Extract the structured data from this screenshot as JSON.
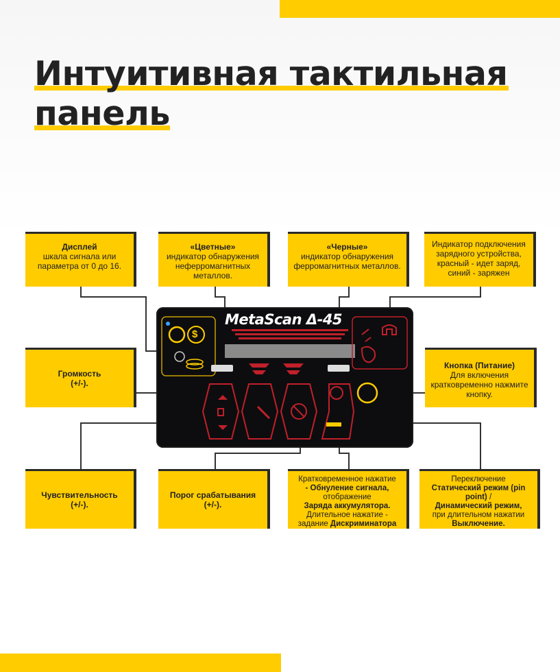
{
  "title": {
    "line1": "Интуитивная тактильная",
    "line2": "панель"
  },
  "panel": {
    "brand": "MetaScan Δ-45",
    "coin_symbol": "$"
  },
  "boxes": {
    "display": {
      "bold": "Дисплей",
      "text": "шкала сигнала или параметра от 0 до 16."
    },
    "colored": {
      "bold": "«Цветные»",
      "text": "индикатор обнаружения неферромагнитных металлов."
    },
    "black": {
      "bold": "«Черные»",
      "text": "индикатор обнаружения ферромагнитных металлов."
    },
    "charger": {
      "text": "Индикатор подключения зарядного устройства, красный - идет заряд, синий - заряжен"
    },
    "volume": {
      "bold": "Громкость",
      "text": "(+/-)."
    },
    "power": {
      "bold": "Кнопка (Питание)",
      "text": "Для включения кратковременно нажмите кнопку."
    },
    "sensitivity": {
      "bold": "Чувствительность",
      "text": "(+/-)."
    },
    "threshold": {
      "bold": "Порог срабатывания",
      "text": "(+/-)."
    },
    "short_press": {
      "t1": "Кратковременное нажатие",
      "b1": "- Обнуление сигнала,",
      "t2": "отображение",
      "b2": "Заряда аккумулятора.",
      "t3": "Длительное нажатие - задание",
      "b3": "Дискриминатора"
    },
    "switch": {
      "t1": "Переключение",
      "b1": "Статический режим (pin point)",
      "t2": "/",
      "b2": "Динамический режим,",
      "t3": "при длительном нажатии",
      "b3": "Выключение."
    }
  },
  "colors": {
    "accent": "#ffcc00",
    "panel": "#0d0d0f",
    "glow": "#e0202a"
  }
}
